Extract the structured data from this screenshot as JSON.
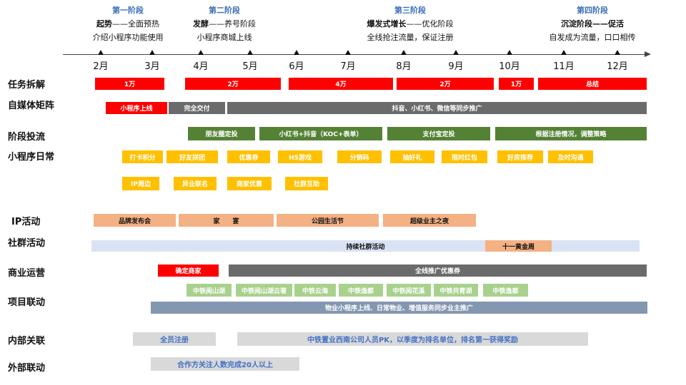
{
  "phases": [
    {
      "title": "第一阶段",
      "line1_bold": "起势",
      "line1_rest": "——全面预热",
      "line2": "介绍小程序功能使用"
    },
    {
      "title": "第二阶段",
      "line1_bold": "发酵",
      "line1_rest": "——养号阶段",
      "line2": "小程序商城上线"
    },
    {
      "title": "第三阶段",
      "line1_bold": "爆发式增长",
      "line1_rest": "——优化阶段",
      "line2": "全线抢注流量，保证注册"
    },
    {
      "title": "第四阶段",
      "line1_bold": "沉淀阶段——促活",
      "line1_rest": "",
      "line2": "自发成为流量，口口相传"
    }
  ],
  "months": [
    "2月",
    "3月",
    "4月",
    "5月",
    "6月",
    "7月",
    "8月",
    "9月",
    "10月",
    "11月",
    "12月"
  ],
  "rows": {
    "tasks": "任务拆解",
    "media": "自媒体矩阵",
    "stage_ads": "阶段投流",
    "miniprogram": "小程序日常",
    "ip": "IP活动",
    "community": "社群活动",
    "commerce": "商业运营",
    "project": "项目联动",
    "internal": "内部关联",
    "external": "外部联动"
  },
  "bars": {
    "tasks": [
      "1万",
      "2万",
      "4万",
      "2万",
      "1万",
      "总结"
    ],
    "media": [
      "小程序上线",
      "完全交付",
      "抖音、小红书、微信等同步推广"
    ],
    "stage_ads": [
      "朋友圈定投",
      "小红书+抖音（KOC+表单）",
      "支付宝定投",
      "根据注册情况，调整策略"
    ],
    "mini_row1": [
      "打卡积分",
      "好友拼团",
      "优惠券",
      "H5游戏",
      "分销码",
      "抽好礼",
      "限时红包",
      "好房推荐",
      "及时沟通"
    ],
    "mini_row2": [
      "IP周边",
      "异业联名",
      "商家优惠",
      "社群互助"
    ],
    "ip": [
      "品牌发布会",
      "家　　宴",
      "公园生活节",
      "超级业主之夜"
    ],
    "community": [
      "持续社群活动",
      "十一黄金周"
    ],
    "commerce": [
      "确定商家",
      "全线推广优惠券"
    ],
    "project_items": [
      "中铁阅山湖",
      "中铁阅山湖云著",
      "中铁云海",
      "中铁逸都",
      "中铁阅花溪",
      "中铁共青湖",
      "中铁逸都"
    ],
    "project_main": "物业小程序上线、日常物业、增值服务同步业主推广",
    "internal": [
      "全员注册",
      "中铁置业西南公司人员PK，以季度为排名单位，排名第一获得奖励"
    ],
    "external": [
      "合作方关注人数完成20人以上"
    ]
  }
}
